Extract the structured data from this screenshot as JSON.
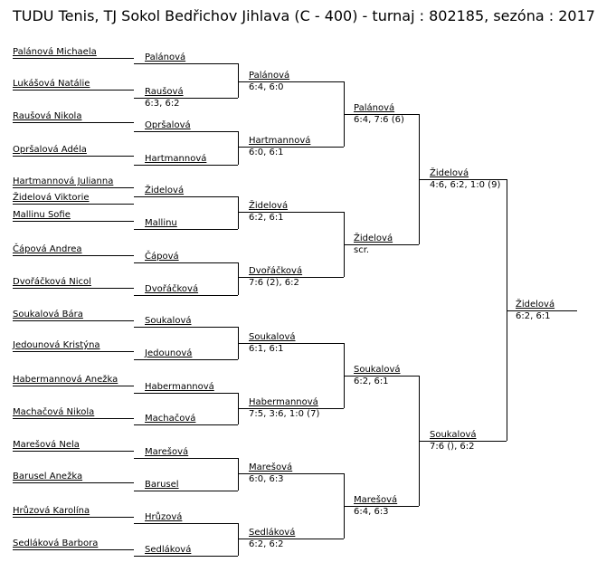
{
  "title": "TUDU Tenis, TJ Sokol Bedřichov Jihlava (C - 400) - turnaj : 802185, sezóna : 2017",
  "players": [
    "Palánová Michaela",
    "Lukášová Natálie",
    "Raušová Nikola",
    "Opršalová Adéla",
    "Hartmannová Julianna",
    "Židelová Viktorie",
    "Mallinu Sofie",
    "Čápová Andrea",
    "Dvořáčková Nicol",
    "Soukalová Bára",
    "Jedounová Kristýna",
    "Habermannová Anežka",
    "Machačová Nikola",
    "Marešová Nela",
    "Barusel Anežka",
    "Hrůzová Karolína",
    "Sedláková Barbora"
  ],
  "round1": [
    {
      "name": "Palánová",
      "score": ""
    },
    {
      "name": "Raušová",
      "score": "6:3, 6:2"
    },
    {
      "name": "Opršalová",
      "score": ""
    },
    {
      "name": "Hartmannová",
      "score": ""
    },
    {
      "name": "Židelová",
      "score": ""
    },
    {
      "name": "Mallinu",
      "score": ""
    },
    {
      "name": "Čápová",
      "score": ""
    },
    {
      "name": "Dvořáčková",
      "score": ""
    },
    {
      "name": "Soukalová",
      "score": ""
    },
    {
      "name": "Jedounová",
      "score": ""
    },
    {
      "name": "Habermannová",
      "score": ""
    },
    {
      "name": "Machačová",
      "score": ""
    },
    {
      "name": "Marešová",
      "score": ""
    },
    {
      "name": "Barusel",
      "score": ""
    },
    {
      "name": "Hrůzová",
      "score": ""
    },
    {
      "name": "Sedláková",
      "score": ""
    }
  ],
  "round2": [
    {
      "name": "Palánová",
      "score": "6:4, 6:0"
    },
    {
      "name": "Hartmannová",
      "score": "6:0, 6:1"
    },
    {
      "name": "Židelová",
      "score": "6:2, 6:1"
    },
    {
      "name": "Dvořáčková",
      "score": "7:6 (2), 6:2"
    },
    {
      "name": "Soukalová",
      "score": "6:1, 6:1"
    },
    {
      "name": "Habermannová",
      "score": "7:5, 3:6, 1:0 (7)"
    },
    {
      "name": "Marešová",
      "score": "6:0, 6:3"
    },
    {
      "name": "Sedláková",
      "score": "6:2, 6:2"
    }
  ],
  "round3": [
    {
      "name": "Palánová",
      "score": "6:4, 7:6 (6)"
    },
    {
      "name": "Židelová",
      "score": "scr."
    },
    {
      "name": "Soukalová",
      "score": "6:2, 6:1"
    },
    {
      "name": "Marešová",
      "score": "6:4, 6:3"
    }
  ],
  "round4": [
    {
      "name": "Židelová",
      "score": "4:6, 6:2, 1:0 (9)"
    },
    {
      "name": "Soukalová",
      "score": "7:6 (), 6:2"
    }
  ],
  "final": {
    "name": "Židelová",
    "score": "6:2, 6:1"
  }
}
